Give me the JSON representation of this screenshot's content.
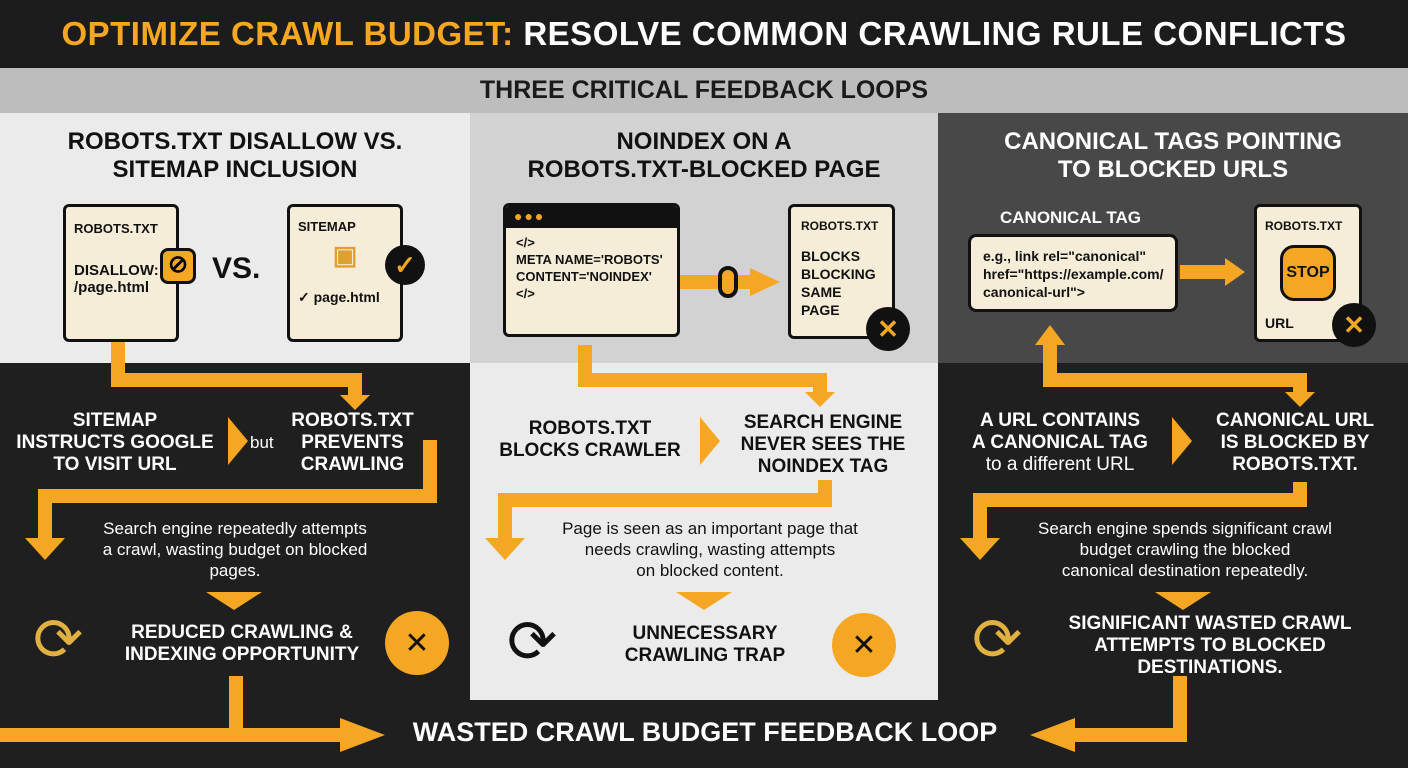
{
  "title": {
    "highlight": "OPTIMIZE CRAWL BUDGET:",
    "rest": "RESOLVE COMMON CRAWLING RULE CONFLICTS"
  },
  "subtitle": "THREE CRITICAL FEEDBACK LOOPS",
  "accent": "#f5a623",
  "col1": {
    "heading1": "ROBOTS.TXT DISALLOW VS.",
    "heading2": "SITEMAP INCLUSION",
    "doc1_title": "ROBOTS.TXT",
    "doc1_l1": "DISALLOW:",
    "doc1_l2": "/page.html",
    "vs": "VS.",
    "doc2_title": "SITEMAP",
    "doc2_item": "✓ page.html",
    "left1": "SITEMAP",
    "left2": "INSTRUCTS GOOGLE",
    "left3": "TO VISIT URL",
    "but": "but",
    "right1": "ROBOTS.TXT",
    "right2": "PREVENTS",
    "right3": "CRAWLING",
    "desc1": "Search engine repeatedly attempts",
    "desc2": "a crawl, wasting budget on blocked",
    "desc3": "pages.",
    "out1": "REDUCED CRAWLING &",
    "out2": "INDEXING OPPORTUNITY"
  },
  "col2": {
    "heading1": "NOINDEX ON A",
    "heading2": "ROBOTS.TXT-BLOCKED PAGE",
    "code1": "</>",
    "code2": "META NAME='ROBOTS'",
    "code3": "CONTENT='NOINDEX'",
    "code4": "</>",
    "doc_title": "ROBOTS.TXT",
    "doc_l1": "BLOCKS",
    "doc_l2": "BLOCKING",
    "doc_l3": "SAME PAGE",
    "left1": "ROBOTS.TXT",
    "left2": "BLOCKS CRAWLER",
    "right1": "SEARCH ENGINE",
    "right2": "NEVER SEES THE",
    "right3": "NOINDEX TAG",
    "desc1": "Page is seen as an important page that",
    "desc2": "needs crawling, wasting attempts",
    "desc3": "on blocked content.",
    "out1": "UNNECESSARY",
    "out2": "CRAWLING TRAP"
  },
  "col3": {
    "heading1": "CANONICAL TAGS POINTING",
    "heading2": "TO BLOCKED URLS",
    "tag_label": "CANONICAL TAG",
    "tag1": "e.g., link rel=\"canonical\"",
    "tag2": "href=\"https://example.com/",
    "tag3": "canonical-url\">",
    "doc_title": "ROBOTS.TXT",
    "stop": "STOP",
    "doc_url": "URL",
    "left1": "A URL CONTAINS",
    "left2": "A CANONICAL TAG",
    "left3": "to a different URL",
    "right1": "CANONICAL URL",
    "right2": "IS BLOCKED BY",
    "right3": "ROBOTS.TXT.",
    "desc1": "Search engine spends significant crawl",
    "desc2": "budget crawling the blocked",
    "desc3": "canonical destination repeatedly.",
    "out1": "SIGNIFICANT WASTED CRAWL",
    "out2": "ATTEMPTS TO BLOCKED",
    "out3": "DESTINATIONS."
  },
  "footer": "WASTED CRAWL BUDGET FEEDBACK LOOP"
}
